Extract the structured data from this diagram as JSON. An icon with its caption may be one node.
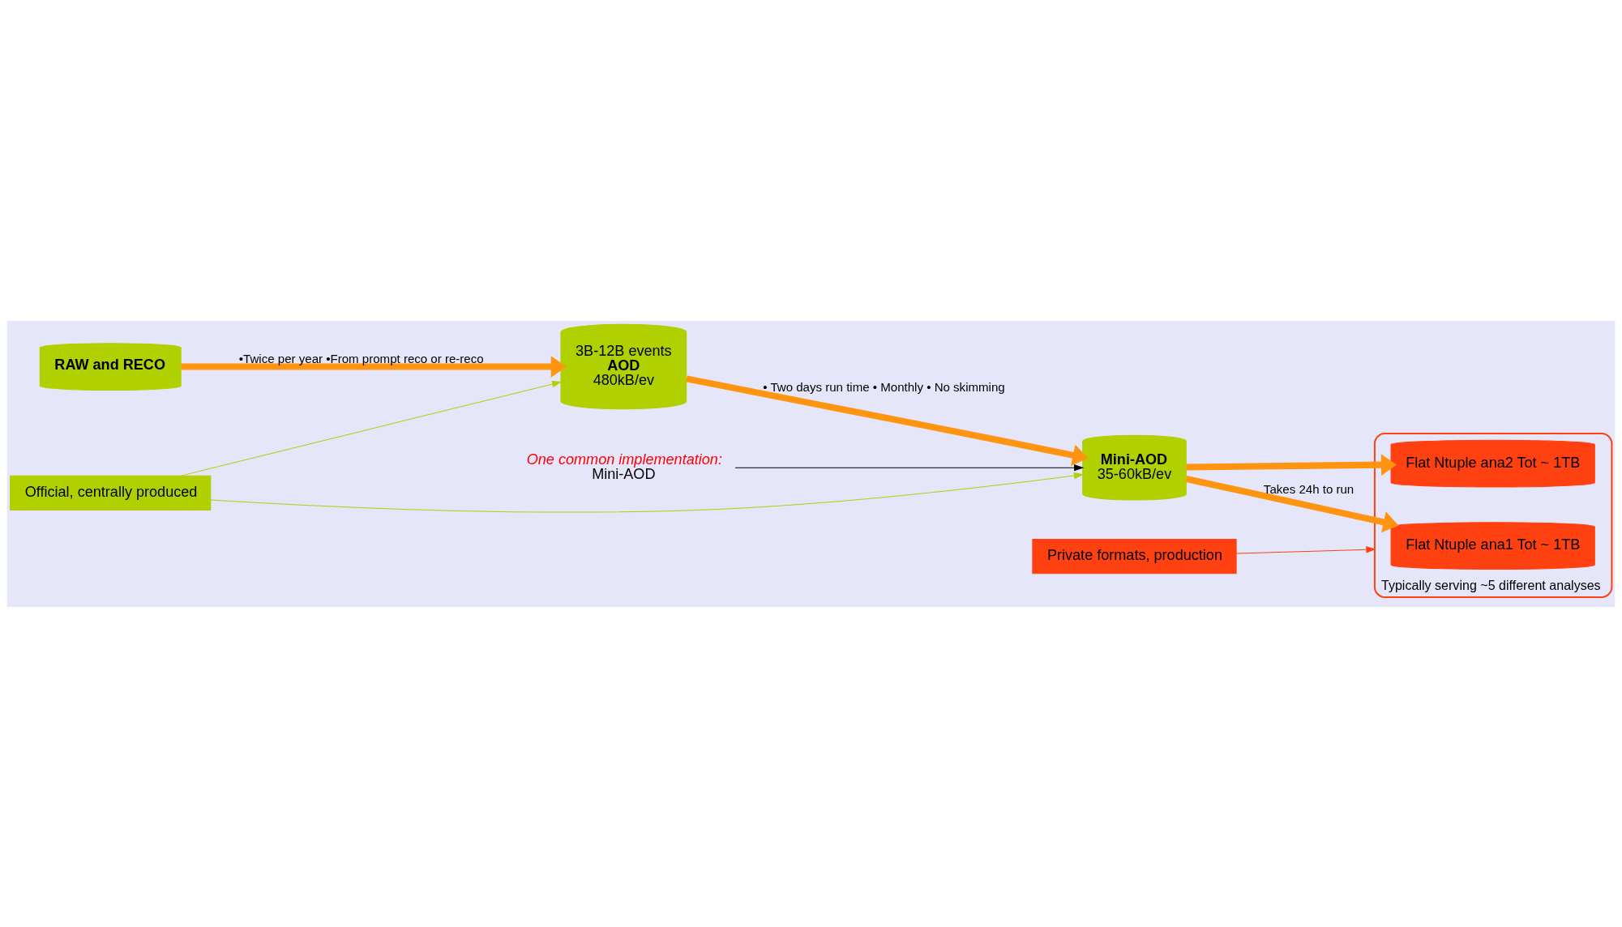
{
  "diagram": {
    "nodes": [
      {
        "text": [
          "RAW and RECO"
        ]
      },
      {
        "text": [
          "3B-12B events",
          "AOD",
          "480kB/ev"
        ]
      },
      {
        "text": [
          "Mini-AOD",
          "35-60kB/ev"
        ]
      },
      {
        "text": [
          "One common implementation:",
          "Mini-AOD"
        ]
      },
      {
        "text": [
          "Official, centrally produced"
        ]
      },
      {
        "text": [
          "Typically serving ~5 different analyses"
        ]
      },
      {
        "text": [
          "Flat Ntuple ana1 Tot ~ 1TB"
        ],
        "in": 5
      },
      {
        "text": [
          "Flat Ntuple ana2 Tot ~ 1TB"
        ],
        "in": 5
      },
      {
        "text": [
          "Private formats, production"
        ]
      }
    ],
    "edges": [
      {
        "from": 0,
        "to": 1,
        "arrow": "to",
        "label": "•Twice per year •From prompt reco or re-reco",
        "style": "thick",
        "color": "#ff9411"
      },
      {
        "from": 1,
        "to": 2,
        "arrow": "to",
        "label": "• Two days run time • Monthly • No skimming",
        "style": "thick",
        "color": "#ff9411"
      },
      {
        "from": 2,
        "to": 6,
        "arrow": "to",
        "label": "Takes 24h to run",
        "style": "thick",
        "color": "#ff9411"
      },
      {
        "from": 2,
        "to": 7,
        "arrow": "to",
        "style": "thick",
        "color": "#ff9411"
      },
      {
        "from": 3,
        "to": 2,
        "arrow": "to",
        "color": "#000000"
      },
      {
        "from": 4,
        "to": 1,
        "arrow": "to",
        "color": "#b0d000"
      },
      {
        "from": 4,
        "to": 2,
        "arrow": "to",
        "color": "#b0d000"
      },
      {
        "from": 8,
        "to": 5,
        "arrow": "to",
        "color": "#ff4010"
      }
    ]
  }
}
